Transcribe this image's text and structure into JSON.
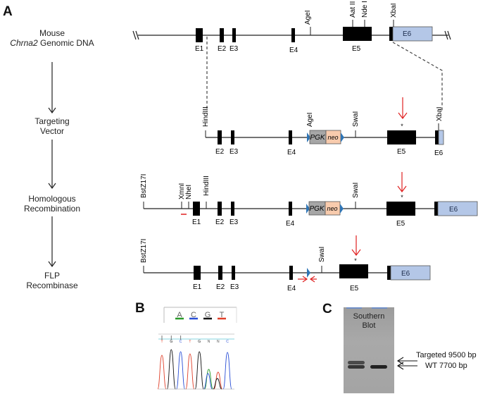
{
  "panels": {
    "a": {
      "letter": "A",
      "steps": [
        {
          "line1": "Mouse",
          "line2_italic": "Chrna2",
          "line2_rest": " Genomic DNA"
        },
        {
          "line1": "Targeting",
          "line2": "Vector"
        },
        {
          "line1": "Homologous",
          "line2": "Recombination"
        },
        {
          "line1": "FLP",
          "line2": "Recombinase"
        }
      ],
      "genomic": {
        "exons": [
          "E1",
          "E2",
          "E3",
          "E4",
          "E5",
          "E6"
        ],
        "sites": [
          "AgeI",
          "Aat II",
          "Nde I",
          "XbaI"
        ]
      },
      "vector": {
        "exons": [
          "E2",
          "E3",
          "E4",
          "E5",
          "E6"
        ],
        "sites": [
          "HindIII",
          "AgeI",
          "SwaI",
          "XbaI"
        ],
        "cassette": {
          "promoter": "PGK",
          "gene": "neo"
        },
        "mutation_mark": "*"
      },
      "recombination": {
        "exons": [
          "E1",
          "E2",
          "E3",
          "E4",
          "E5",
          "E6"
        ],
        "sites": [
          "BstZ17I",
          "XmnI",
          "NheI",
          "HindIII",
          "SwaI"
        ],
        "cassette": {
          "promoter": "PGK",
          "gene": "neo"
        },
        "mutation_mark": "*"
      },
      "flp": {
        "exons": [
          "E1",
          "E2",
          "E3",
          "E4",
          "E5",
          "E6"
        ],
        "sites": [
          "BstZ17I",
          "SwaI"
        ],
        "mutation_mark": "*"
      },
      "colors": {
        "exon": "#000000",
        "e6_fill": "#b4c7e7",
        "pgk_fill": "#a6a6a6",
        "neo_fill": "#f8cbad",
        "frt": "#2e75b6",
        "arrow_red": "#e02020"
      }
    },
    "b": {
      "letter": "B",
      "legend": [
        {
          "base": "A",
          "color": "#2a9a2a"
        },
        {
          "base": "C",
          "color": "#2a4fd6"
        },
        {
          "base": "G",
          "color": "#111111"
        },
        {
          "base": "T",
          "color": "#e0402a"
        }
      ],
      "calls": [
        "T",
        "G",
        "C",
        "T",
        "G",
        "N",
        "N",
        "C"
      ]
    },
    "c": {
      "letter": "C",
      "title_line1": "Southern",
      "title_line2": "Blot",
      "bands": [
        {
          "label": "Targeted 9500 bp"
        },
        {
          "label": "WT 7700 bp"
        }
      ]
    }
  }
}
